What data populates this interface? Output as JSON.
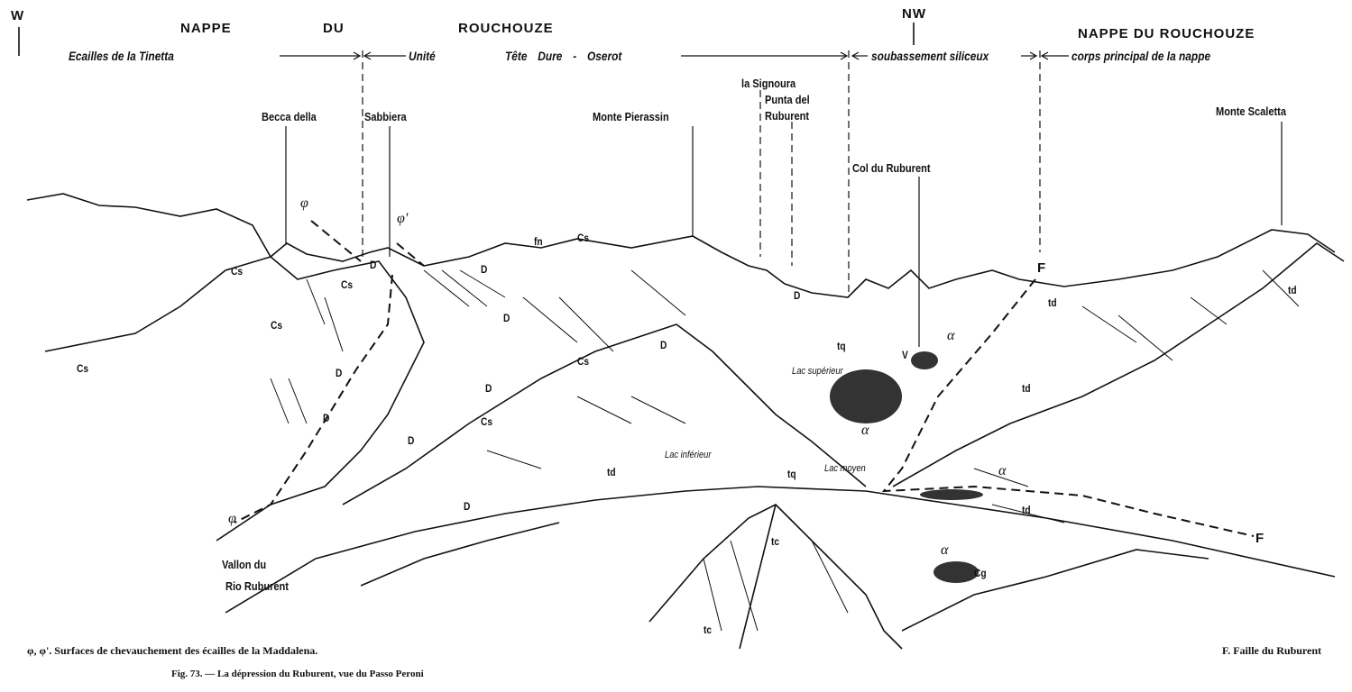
{
  "compass": {
    "west": "W",
    "northwest": "NW"
  },
  "header": {
    "left_nappe": [
      "NAPPE",
      "DU",
      "ROUCHOUZE"
    ],
    "right_nappe": "NAPPE DU ROUCHOUZE",
    "ecailles": "Ecailles de la Tinetta",
    "unite": "Unité",
    "tete_dure": "Tête Dure - Oserot",
    "soubassement": "soubassement siliceux",
    "corps": "corps principal de la nappe"
  },
  "peaks": {
    "becca": "Becca della",
    "sabbiera": "Sabbiera",
    "pierassin": "Monte Pierassin",
    "signoura": "la Signoura",
    "punta1": "Punta del",
    "punta2": "Ruburent",
    "scaletta": "Monte Scaletta",
    "col": "Col du Ruburent"
  },
  "places": {
    "lac_sup": "Lac supérieur",
    "lac_inf": "Lac inférieur",
    "lac_moy": "Lac moyen",
    "vallon1": "Vallon du",
    "vallon2": "Rio Ruburent"
  },
  "symbols": {
    "phi": "φ",
    "phi_prime": "φ'",
    "fault": "F",
    "cs": "Cs",
    "d": "D",
    "fn": "fn",
    "td": "td",
    "tq": "tq",
    "tc": "tc",
    "cg": "Cg",
    "alpha": "α",
    "v": "V"
  },
  "captions": {
    "phi_legend": "φ, φ'. Surfaces de chevauchement des écailles de la Maddalena.",
    "fault_legend": "F. Faille du Ruburent",
    "figure": "Fig. 73. — La dépression du Ruburent, vue du Passo Peroni"
  }
}
